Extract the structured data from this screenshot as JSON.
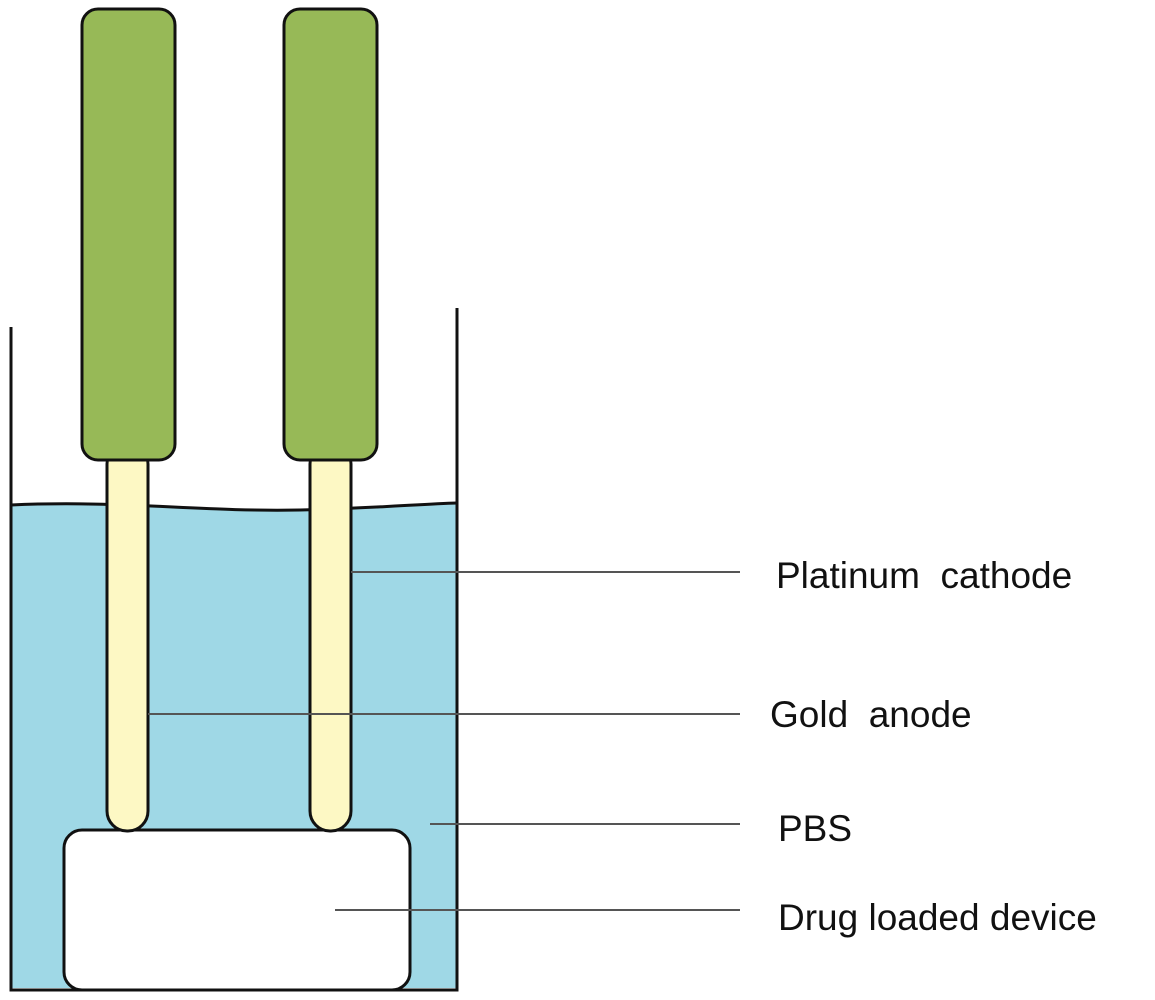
{
  "labels": {
    "platinum_cathode": "Platinum  cathode",
    "gold_anode": "Gold  anode",
    "pbs": "PBS",
    "drug_loaded_device": "Drug loaded device"
  },
  "colors": {
    "electrode_holder": "#97b957",
    "electrode_wire": "#fdf8c4",
    "pbs_solution": "#9fd8e6",
    "device": "#ffffff",
    "outline": "#111111",
    "leader_line": "#555555"
  }
}
